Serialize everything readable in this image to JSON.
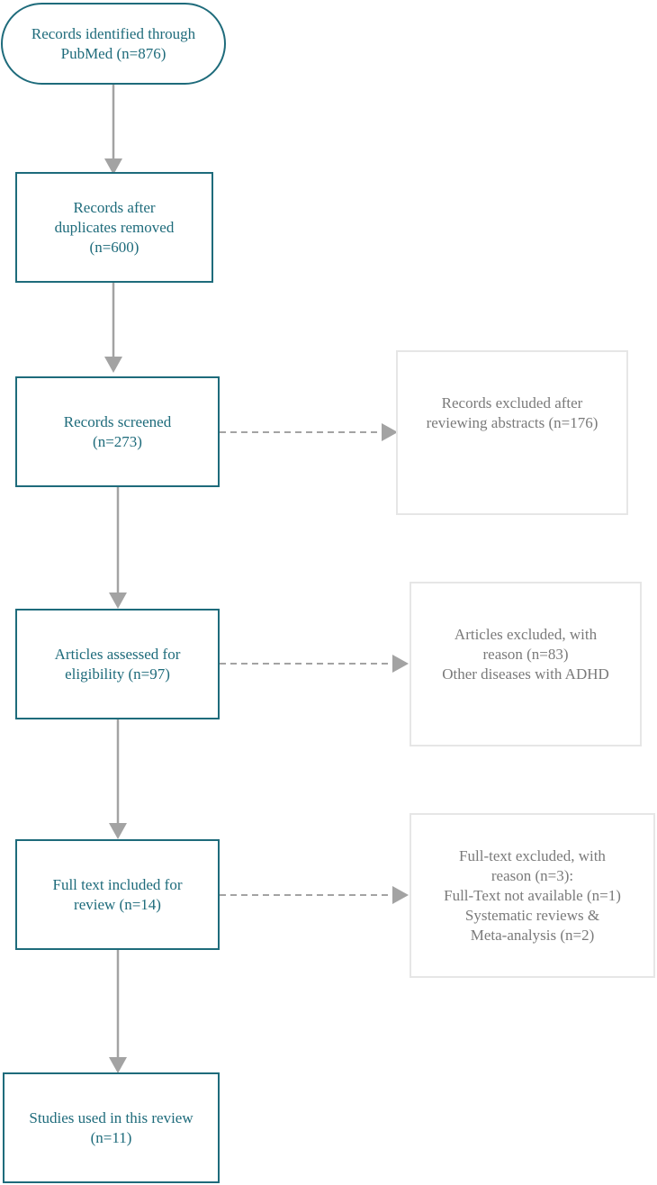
{
  "colors": {
    "main_border": "#1e6b7b",
    "main_text": "#1e6b7b",
    "side_border": "#e6e6e6",
    "side_text": "#7a7a7a",
    "arrow": "#a3a3a3"
  },
  "flow": [
    {
      "id": "identified",
      "lines": [
        "Records identified through",
        "PubMed (n=876)"
      ]
    },
    {
      "id": "duplicates",
      "lines": [
        "Records after",
        "duplicates removed",
        "(n=600)"
      ]
    },
    {
      "id": "screened",
      "lines": [
        "Records screened",
        "(n=273)"
      ]
    },
    {
      "id": "eligibility",
      "lines": [
        "Articles assessed for",
        "eligibility (n=97)"
      ]
    },
    {
      "id": "fulltext",
      "lines": [
        "Full text included for",
        "review (n=14)"
      ]
    },
    {
      "id": "included",
      "lines": [
        "Studies used in this review",
        "(n=11)"
      ]
    }
  ],
  "exclusions": [
    {
      "id": "excluded-abstracts",
      "from": "screened",
      "lines": [
        "Records excluded after",
        "reviewing abstracts (n=176)"
      ]
    },
    {
      "id": "excluded-articles",
      "from": "eligibility",
      "lines": [
        "Articles excluded, with",
        "reason (n=83)",
        "Other diseases with ADHD"
      ]
    },
    {
      "id": "excluded-fulltext",
      "from": "fulltext",
      "lines": [
        "Full-text excluded, with",
        "reason (n=3):",
        "Full-Text not available (n=1)",
        "Systematic reviews &",
        "Meta-analysis (n=2)"
      ]
    }
  ]
}
